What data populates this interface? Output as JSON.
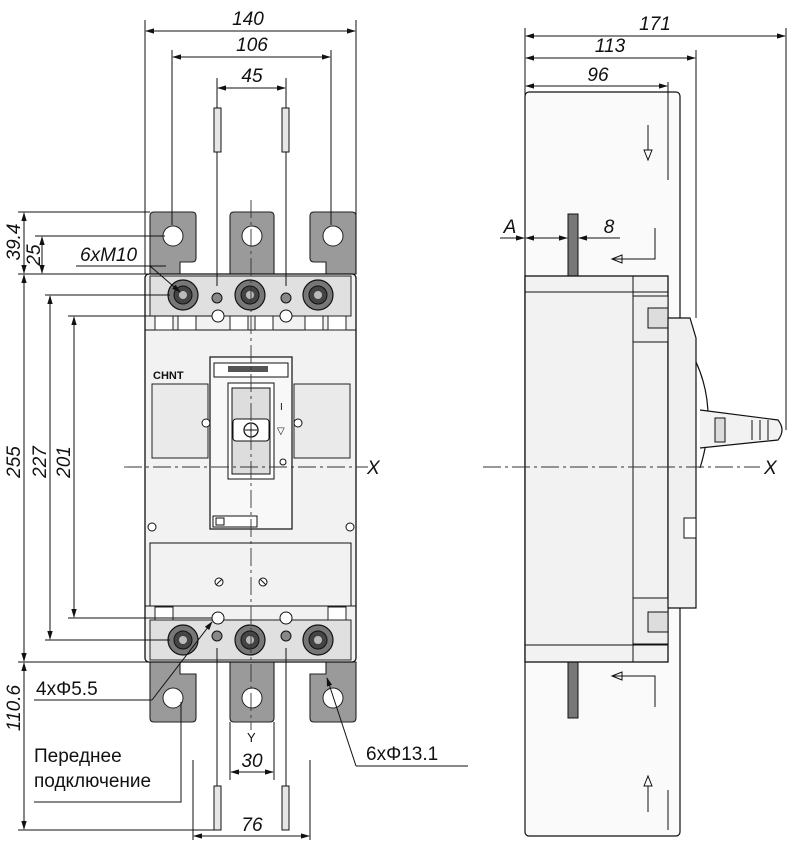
{
  "dimensions": {
    "width_140": "140",
    "width_106": "106",
    "width_45": "45",
    "depth_171": "171",
    "depth_113": "113",
    "depth_96": "96",
    "height_39_4": "39.4",
    "height_25": "25",
    "height_255": "255",
    "height_227": "227",
    "height_201": "201",
    "height_110_6": "110.6",
    "spacing_30": "30",
    "spacing_76": "76",
    "dim_A": "A",
    "dim_8": "8"
  },
  "annotations": {
    "thread_spec": "6xM10",
    "mount_holes": "4xΦ5.5",
    "terminal_holes": "6xΦ13.1",
    "front_connection_line1": "Переднее",
    "front_connection_line2": "подключение",
    "axis_x_front": "X",
    "axis_x_side": "X",
    "axis_y": "Y"
  },
  "device": {
    "brand_logo": "CHNT",
    "on_mark": "I",
    "off_mark": "▽"
  },
  "colors": {
    "line": "#111111",
    "body_fill": "#f2f2f2",
    "terminal_plate": "#9a9a9a"
  }
}
